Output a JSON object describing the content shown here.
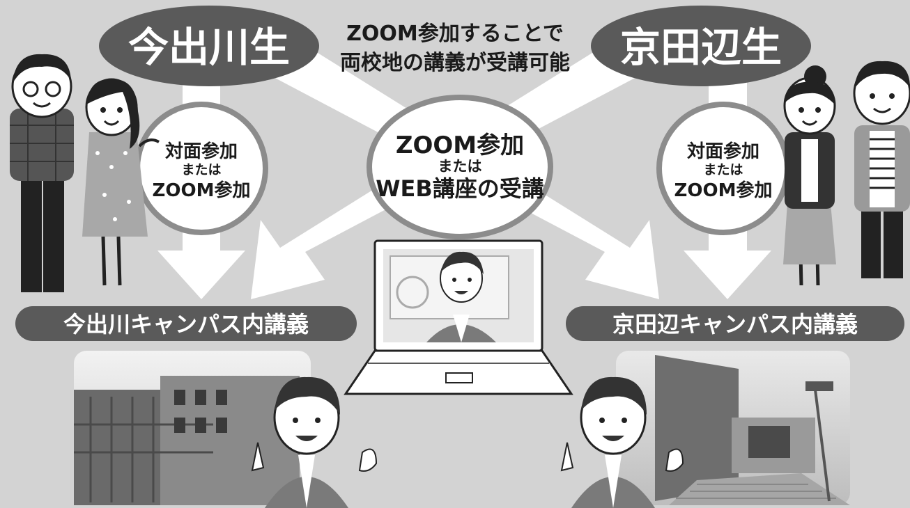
{
  "colors": {
    "background": "#d3d3d3",
    "pill": "#5a5a5a",
    "arrow": "#ffffff",
    "bubble_fill": "#ffffff",
    "bubble_stroke": "#8c8c8c",
    "text_dark": "#1a1a1a",
    "text_light": "#ffffff"
  },
  "header": {
    "left_group": "今出川生",
    "right_group": "京田辺生",
    "center_line1": "ZOOM参加することで",
    "center_line2": "両校地の講義が受講可能"
  },
  "bubbles": {
    "left": {
      "line1": "対面参加",
      "line2": "または",
      "line3": "ZOOM参加"
    },
    "center": {
      "line1": "ZOOM参加",
      "line2": "または",
      "line3": "WEB講座の受講"
    },
    "right": {
      "line1": "対面参加",
      "line2": "または",
      "line3": "ZOOM参加"
    }
  },
  "campus_labels": {
    "left": "今出川キャンパス内講義",
    "right": "京田辺キャンパス内講義"
  },
  "icons": [
    "student-man-glasses-icon",
    "student-woman-waving-icon",
    "student-woman-bun-icon",
    "student-man-striped-icon",
    "laptop-lecturer-icon",
    "lecturer-icon",
    "campus-building-photo"
  ]
}
